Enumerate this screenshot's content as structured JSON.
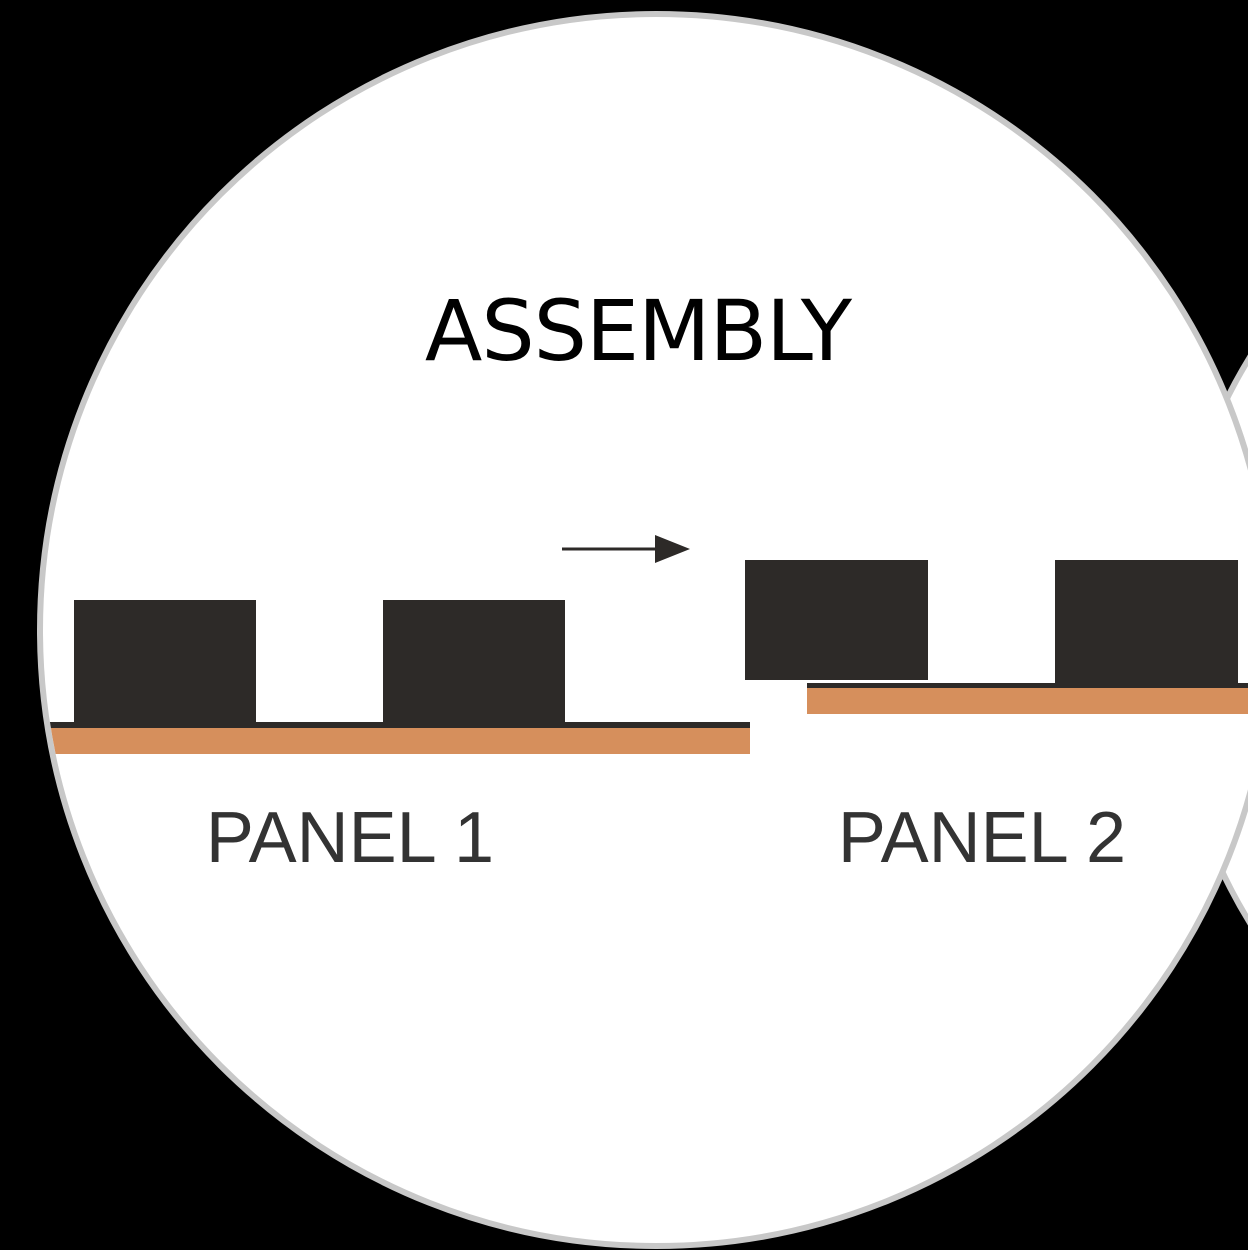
{
  "title": "ASSEMBLY",
  "panels": [
    {
      "label": "PANEL 1"
    },
    {
      "label": "PANEL 2"
    }
  ],
  "arrow": {
    "direction": "right"
  },
  "colors": {
    "background": "#000000",
    "circle_fill": "#ffffff",
    "circle_edge": "#c8c8c8",
    "block": "#2d2a28",
    "strip": "#d68f5c",
    "text": "#000000",
    "label_text": "#333333"
  }
}
